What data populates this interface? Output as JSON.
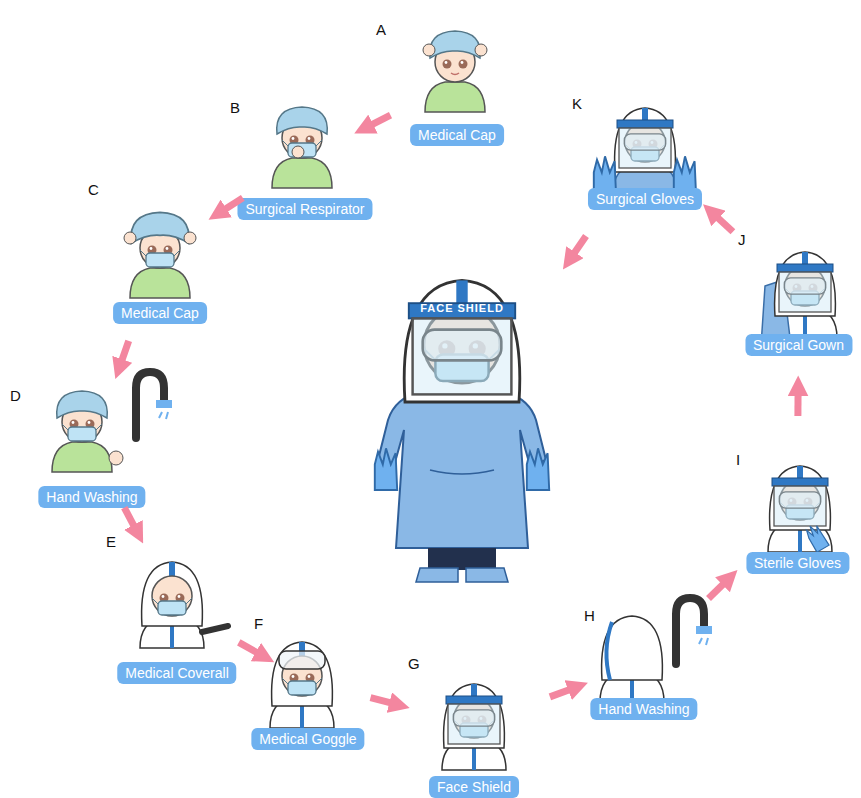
{
  "diagram": {
    "nodes": [
      {
        "text": [
          "A",
          "Medical Cap"
        ]
      },
      {
        "text": [
          "B",
          "Surgical Respirator"
        ]
      },
      {
        "text": [
          "C",
          "Medical Cap"
        ]
      },
      {
        "text": [
          "D",
          "Hand Washing"
        ]
      },
      {
        "text": [
          "E",
          "Medical Coverall"
        ]
      },
      {
        "text": [
          "F",
          "Medical Goggle"
        ]
      },
      {
        "text": [
          "G",
          "Face Shield"
        ]
      },
      {
        "text": [
          "H",
          "Hand Washing"
        ]
      },
      {
        "text": [
          "I",
          "Sterile Gloves"
        ]
      },
      {
        "text": [
          "J",
          "Surgical Gown"
        ]
      },
      {
        "text": [
          "K",
          "Surgical Gloves"
        ]
      },
      {
        "text": [
          "FACE SHIELD"
        ]
      }
    ],
    "edges": [
      {
        "from": 0,
        "to": 1,
        "arrow": "to"
      },
      {
        "from": 1,
        "to": 2,
        "arrow": "to"
      },
      {
        "from": 2,
        "to": 3,
        "arrow": "to"
      },
      {
        "from": 3,
        "to": 4,
        "arrow": "to"
      },
      {
        "from": 4,
        "to": 5,
        "arrow": "to"
      },
      {
        "from": 5,
        "to": 6,
        "arrow": "to"
      },
      {
        "from": 6,
        "to": 7,
        "arrow": "to"
      },
      {
        "from": 7,
        "to": 8,
        "arrow": "to"
      },
      {
        "from": 8,
        "to": 9,
        "arrow": "to"
      },
      {
        "from": 9,
        "to": 10,
        "arrow": "to"
      },
      {
        "from": 10,
        "to": 11,
        "arrow": "to"
      }
    ]
  }
}
